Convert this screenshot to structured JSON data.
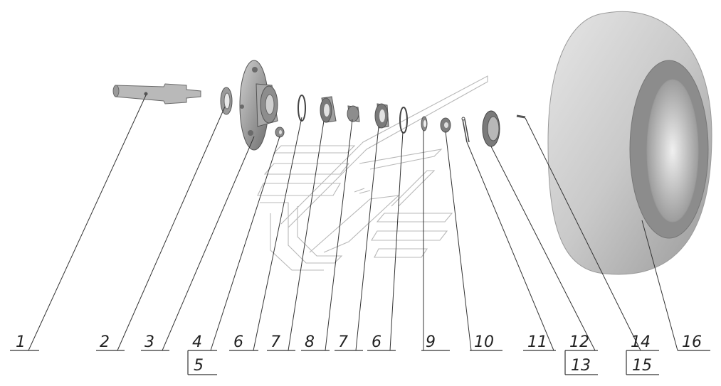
{
  "callouts": [
    {
      "id": "1",
      "label": "1"
    },
    {
      "id": "2",
      "label": "2"
    },
    {
      "id": "3",
      "label": "3"
    },
    {
      "id": "4",
      "label": "4",
      "sub": "5"
    },
    {
      "id": "6a",
      "label": "6"
    },
    {
      "id": "7a",
      "label": "7"
    },
    {
      "id": "8",
      "label": "8"
    },
    {
      "id": "7b",
      "label": "7"
    },
    {
      "id": "6b",
      "label": "6"
    },
    {
      "id": "9",
      "label": "9"
    },
    {
      "id": "10",
      "label": "10"
    },
    {
      "id": "11",
      "label": "11"
    },
    {
      "id": "12",
      "label": "12",
      "sub": "13"
    },
    {
      "id": "14",
      "label": "14",
      "sub": "15"
    },
    {
      "id": "16",
      "label": "16"
    }
  ],
  "colors": {
    "part_gray": "#8a8a8a",
    "tire_light": "#d4d4d4",
    "tire_dark": "#7a7a7a",
    "leader": "#333333",
    "watermark": "#b8b8b8"
  }
}
